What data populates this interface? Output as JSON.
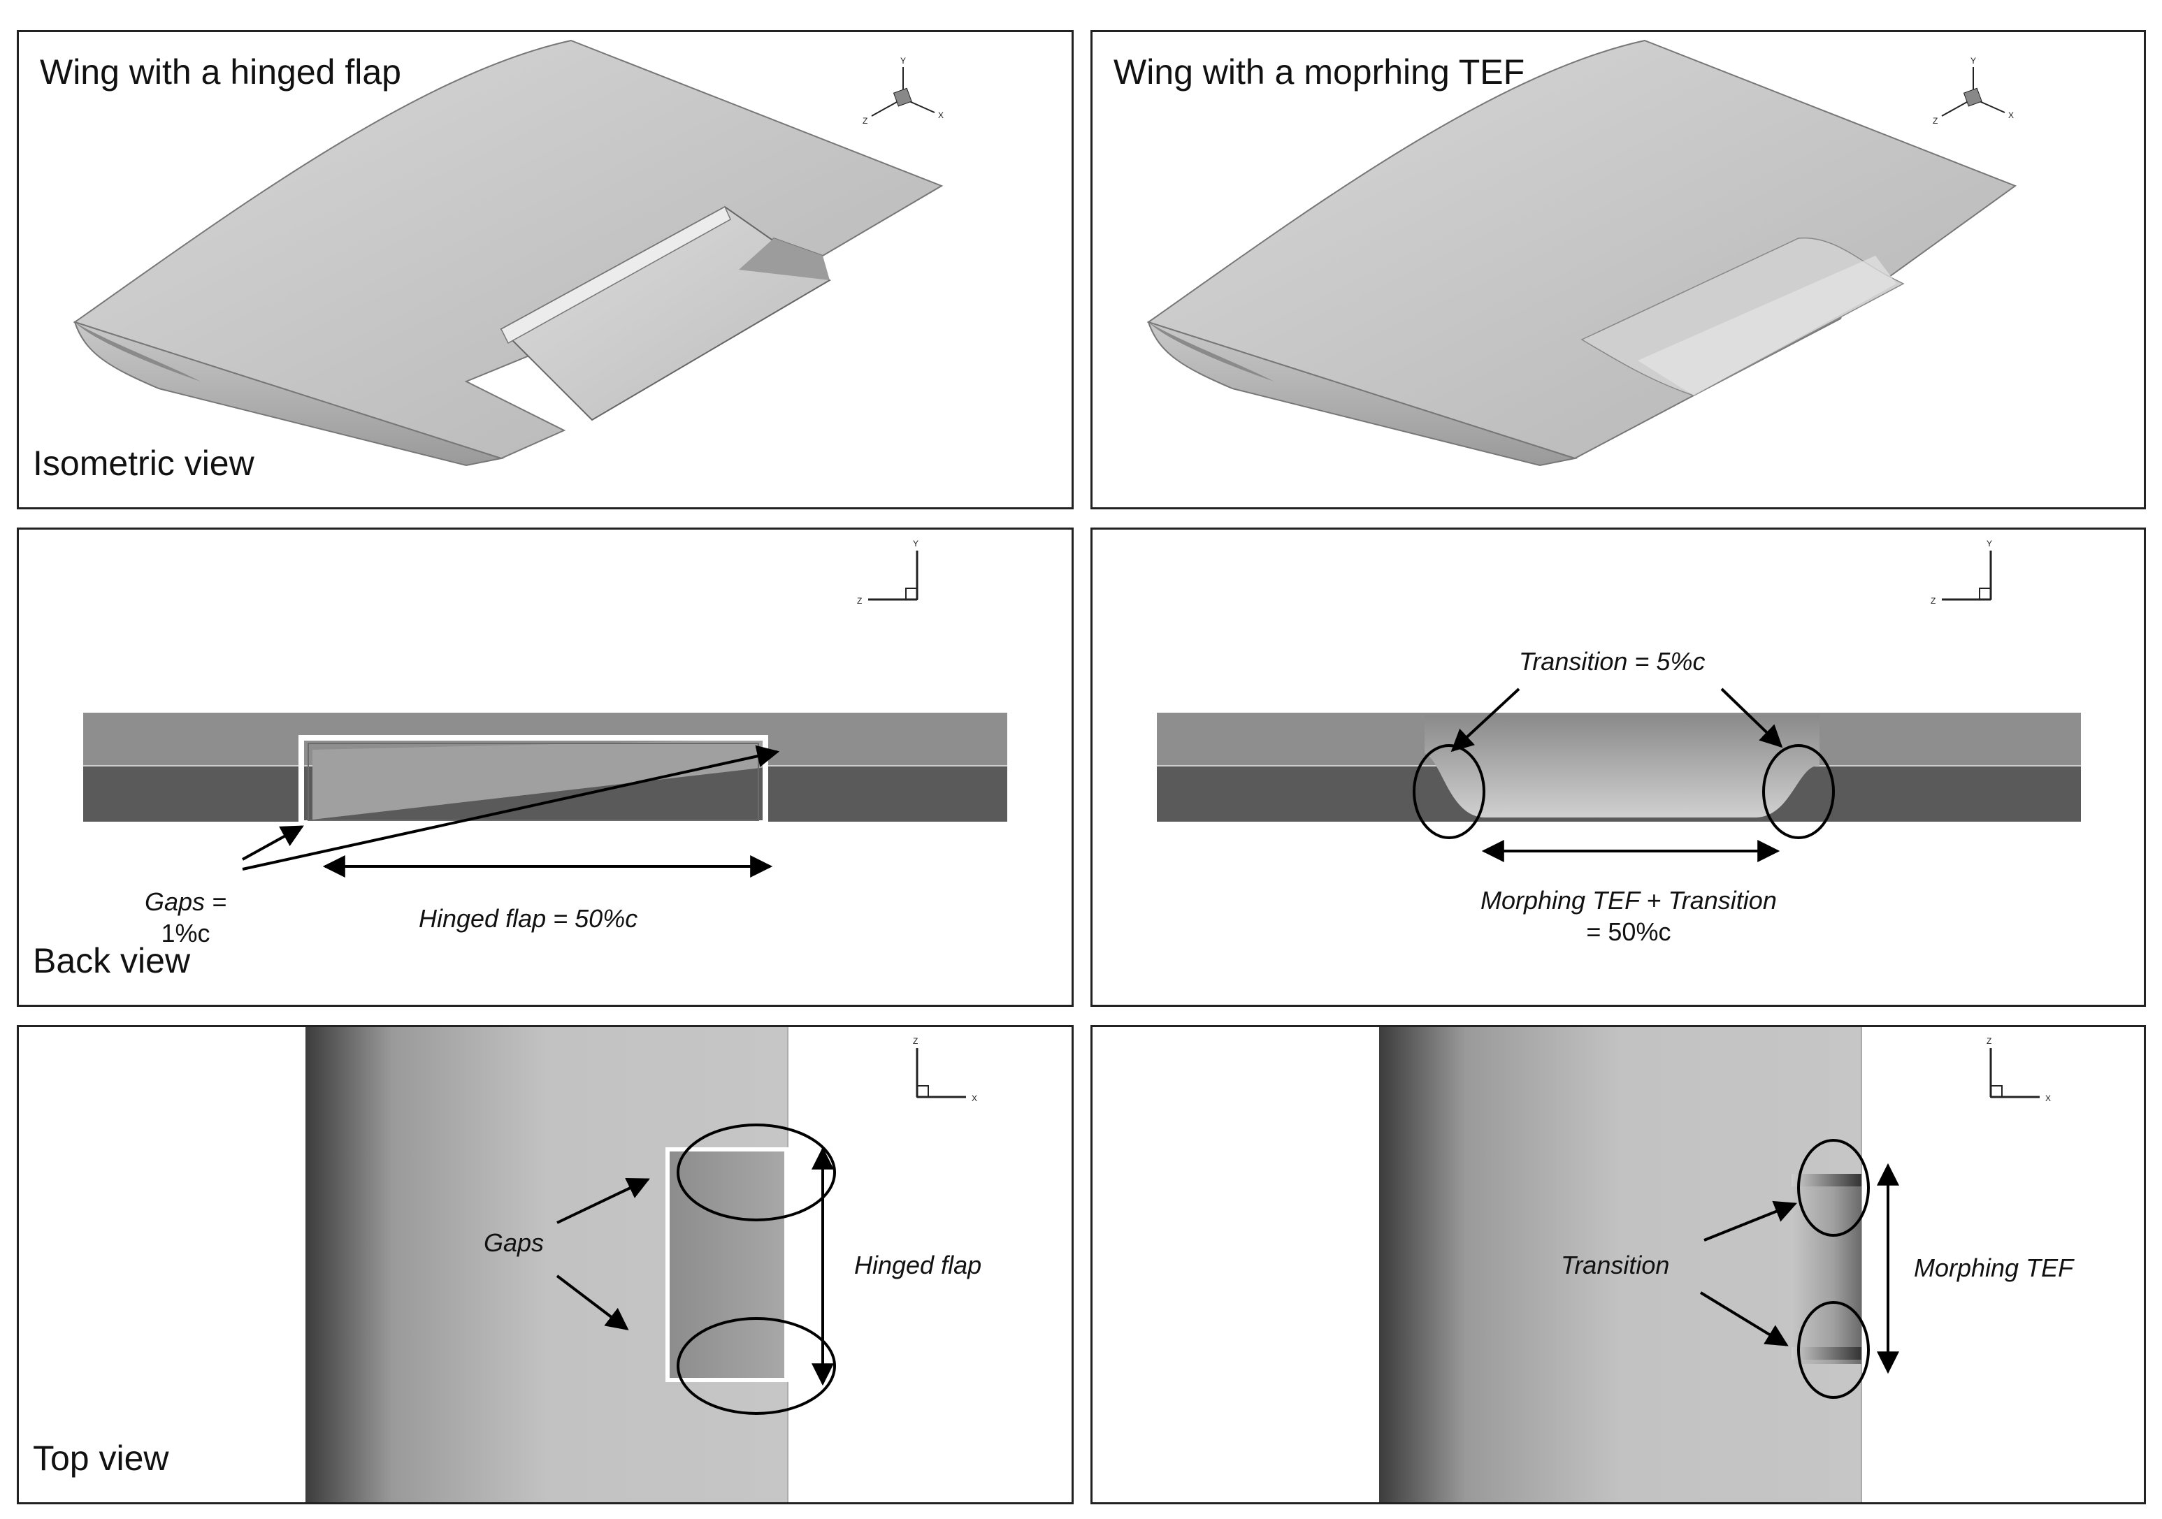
{
  "columns": {
    "left_title": "Wing with a hinged flap",
    "right_title": "Wing with a moprhing TEF"
  },
  "rows": {
    "iso_label": "Isometric view",
    "back_label": "Back view",
    "top_label": "Top view"
  },
  "back_view": {
    "gaps_label_line1": "Gaps =",
    "gaps_label_line2": "1%c",
    "hinged_flap_label": "Hinged flap = 50%c",
    "transition_label": "Transition = 5%c",
    "morphing_label_line1": "Morphing TEF + Transition",
    "morphing_label_line2": "= 50%c"
  },
  "top_view": {
    "gaps_label": "Gaps",
    "hinged_flap_label": "Hinged flap",
    "transition_label": "Transition",
    "morphing_tef_label": "Morphing TEF"
  },
  "axes": {
    "x": "X",
    "y": "Y",
    "z": "Z"
  }
}
